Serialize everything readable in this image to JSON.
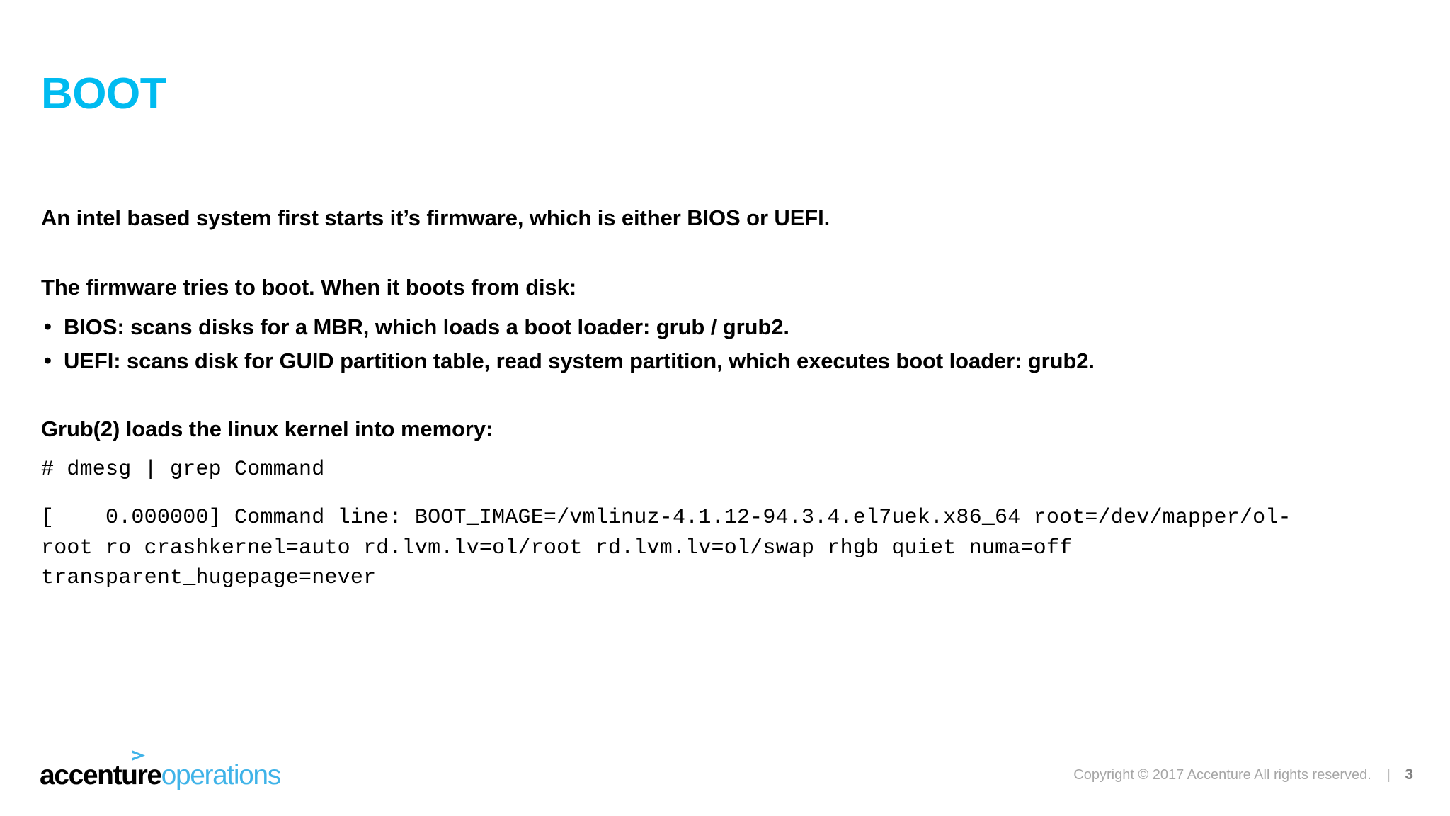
{
  "slide": {
    "title": "BOOT",
    "title_color": "#00bbf0",
    "background_color": "#ffffff",
    "text_color": "#000000"
  },
  "content": {
    "lead_paragraph": "An intel based system first starts it’s firmware, which is either BIOS or UEFI.",
    "firmware_heading": "The firmware tries to boot. When it boots from disk:",
    "bullets": [
      {
        "marker": "•",
        "text": "BIOS: scans disks for a MBR, which loads a boot loader: grub / grub2."
      },
      {
        "marker": "•",
        "text": "UEFI: scans disk for GUID partition table, read system partition, which executes boot loader: grub2."
      }
    ],
    "grub_heading": "Grub(2) loads the linux kernel into memory:",
    "command_line": "# dmesg | grep Command",
    "command_output": "[    0.000000] Command line: BOOT_IMAGE=/vmlinuz-4.1.12-94.3.4.el7uek.x86_64 root=/dev/mapper/ol-root ro crashkernel=auto rd.lvm.lv=ol/root rd.lvm.lv=ol/swap rhgb quiet numa=off transparent_hugepage=never"
  },
  "footer": {
    "logo_primary": "accenture",
    "logo_secondary": "operations",
    "logo_arrow_color": "#3fb3e8",
    "logo_secondary_color": "#3fb3e8",
    "copyright": "Copyright © 2017 Accenture  All rights reserved.",
    "separator": "|",
    "page_number": "3"
  }
}
